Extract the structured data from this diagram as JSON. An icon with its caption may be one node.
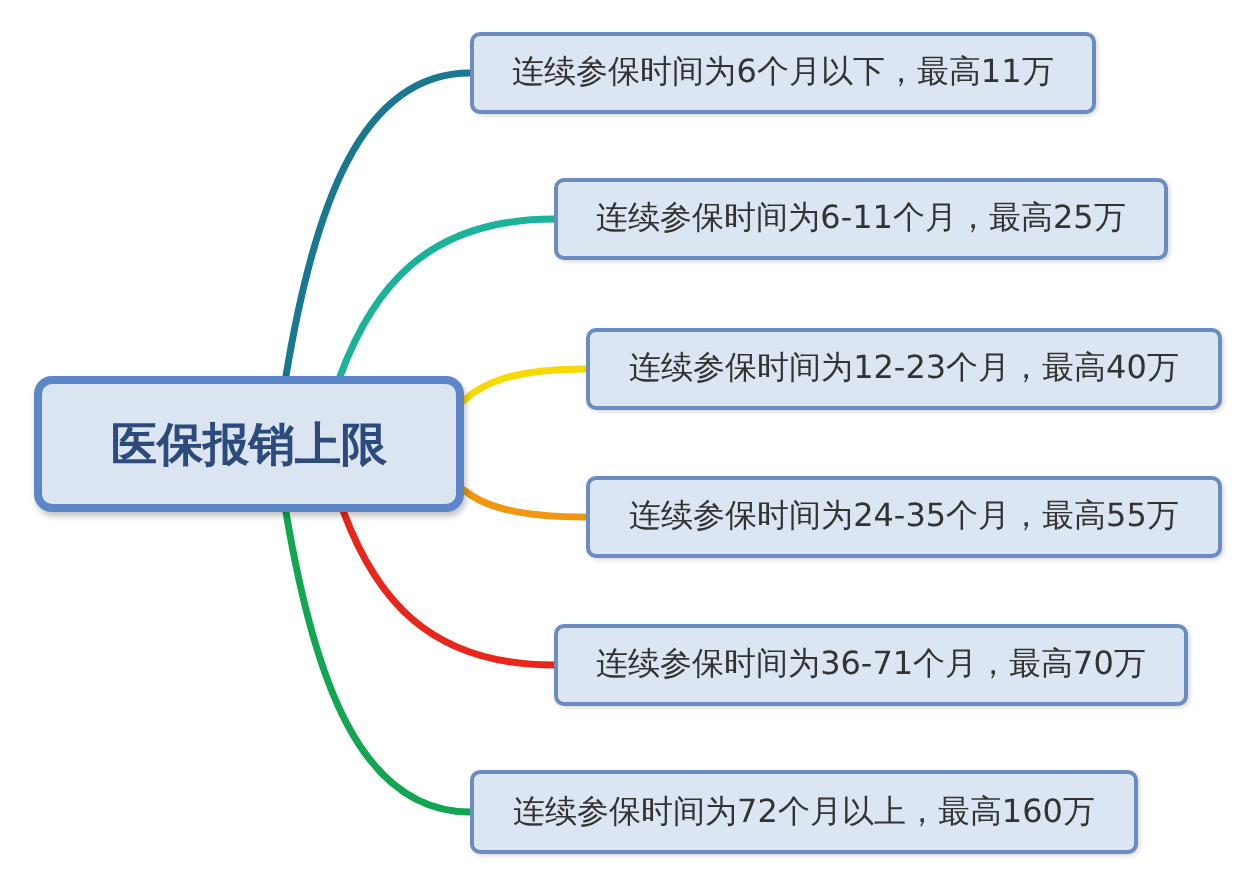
{
  "diagram": {
    "nodes": [
      {
        "text": [
          "医保报销上限"
        ]
      },
      {
        "text": [
          "连续参保时间为6个月以下，最高11万"
        ]
      },
      {
        "text": [
          "连续参保时间为6-11个月，最高25万"
        ]
      },
      {
        "text": [
          "连续参保时间为12-23个月，最高40万"
        ]
      },
      {
        "text": [
          "连续参保时间为24-35个月，最高55万"
        ]
      },
      {
        "text": [
          "连续参保时间为36-71个月，最高70万"
        ]
      },
      {
        "text": [
          "连续参保时间为72个月以上，最高160万"
        ]
      }
    ],
    "edges": [
      {
        "from": 0,
        "to": 1,
        "arrow": "none",
        "color": "#17788f"
      },
      {
        "from": 0,
        "to": 2,
        "arrow": "none",
        "color": "#1ab39a"
      },
      {
        "from": 0,
        "to": 3,
        "arrow": "none",
        "color": "#f7d800"
      },
      {
        "from": 0,
        "to": 4,
        "arrow": "none",
        "color": "#f0960f"
      },
      {
        "from": 0,
        "to": 5,
        "arrow": "none",
        "color": "#e8261c"
      },
      {
        "from": 0,
        "to": 6,
        "arrow": "none",
        "color": "#12a650"
      }
    ]
  }
}
